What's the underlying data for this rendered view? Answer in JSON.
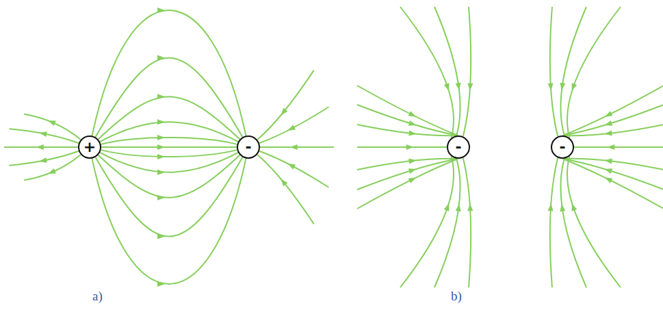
{
  "diagram": {
    "nodes": [
      {
        "text": [
          "+"
        ]
      },
      {
        "text": [
          "-"
        ]
      },
      {
        "text": [
          "-"
        ]
      },
      {
        "text": [
          "-"
        ]
      }
    ],
    "edges": [
      {
        "from": 0,
        "to": 1,
        "arrow": "to"
      },
      {
        "from": 0,
        "to": 1,
        "arrow": "to"
      },
      {
        "from": 0,
        "to": 1,
        "arrow": "to"
      },
      {
        "from": 0,
        "to": 1,
        "arrow": "to"
      },
      {
        "from": 0,
        "to": 1,
        "arrow": "to"
      },
      {
        "from": 0,
        "to": 1,
        "arrow": "to"
      },
      {
        "from": 0,
        "to": 1,
        "arrow": "to"
      },
      {
        "from": 0,
        "to": 1,
        "arrow": "to"
      },
      {
        "from": 0,
        "to": 1,
        "arrow": "to"
      },
      {
        "from": 0,
        "to": 1,
        "arrow": "to"
      },
      {
        "from": 0,
        "to": 1,
        "arrow": "to"
      }
    ],
    "labels": [
      "a)",
      "b)"
    ]
  }
}
